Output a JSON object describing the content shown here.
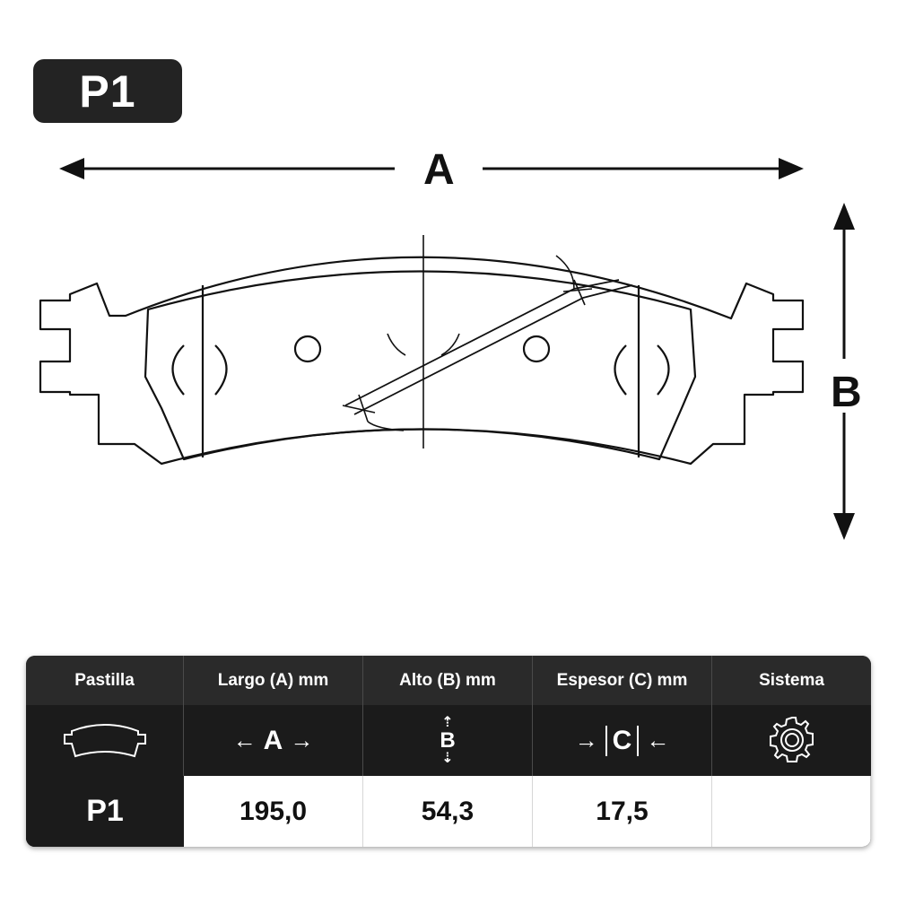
{
  "badge": {
    "text": "P1"
  },
  "dimensions": {
    "a_label": "A",
    "b_label": "B"
  },
  "table": {
    "headers": [
      "Pastilla",
      "Largo (A) mm",
      "Alto (B) mm",
      "Espesor (C) mm",
      "Sistema"
    ],
    "icons": {
      "pad": "brake-pad-icon",
      "largo_letter": "A",
      "alto_letter": "B",
      "espesor_letter": "C",
      "sistema": "gear-icon"
    },
    "row": {
      "pastilla": "P1",
      "largo": "195,0",
      "alto": "54,3",
      "espesor": "17,5",
      "sistema": ""
    }
  },
  "colors": {
    "dark": "#232323",
    "line": "#111111",
    "header": "#2a2a2a"
  }
}
